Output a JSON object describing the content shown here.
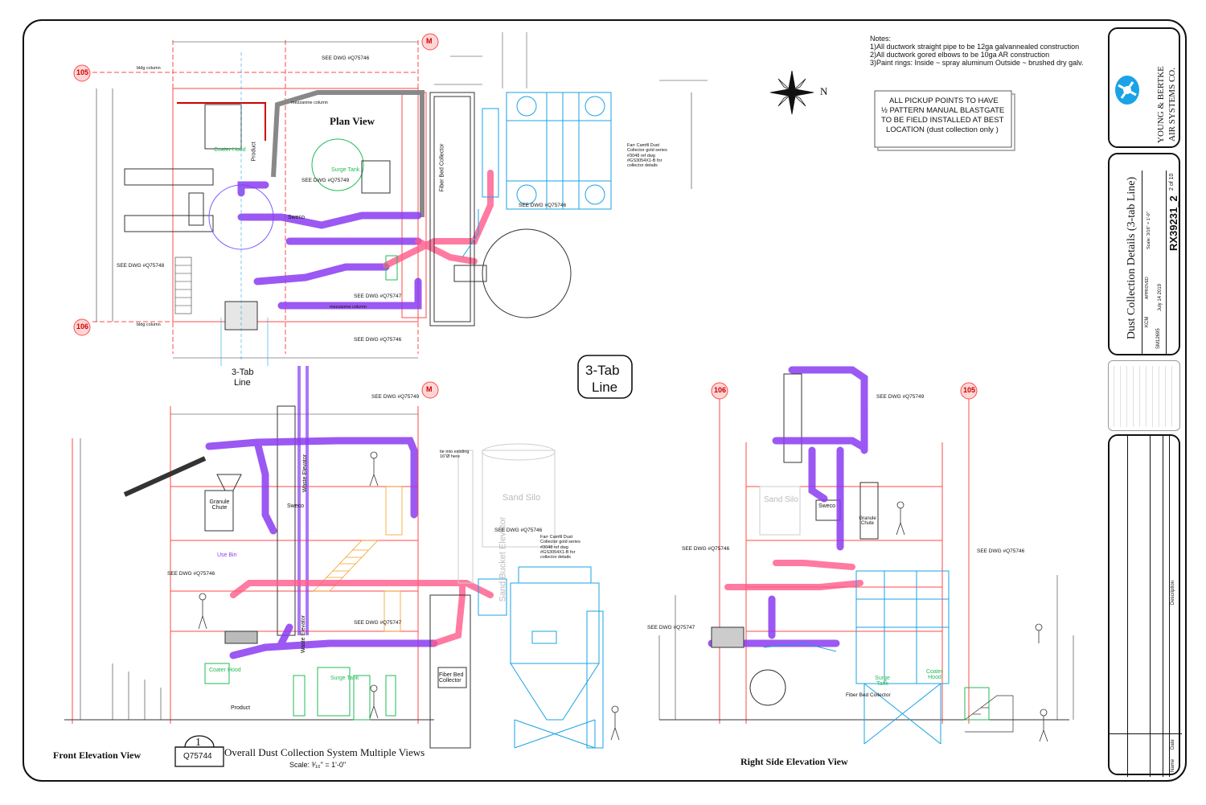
{
  "plan": {
    "title": "Plan View",
    "grid_tags": [
      "105",
      "106",
      "M"
    ],
    "labels": [
      "SEE DWG #Q75746",
      "SEE DWG #Q75748",
      "SEE DWG #Q75749",
      "SEE DWG #Q75747",
      "Surge Tank",
      "Sweco",
      "Coater Hood",
      "Product",
      "Fiber Bed Collector",
      "bldg column",
      "mezzanine column"
    ],
    "note_collector": "Farr Camfil Dust Collector gold series #3048 ref dwg #GS3054X1-B for collector details"
  },
  "tab_line": {
    "big_label": "3-Tab Line",
    "small_label_1": "3-Tab",
    "small_label_2": "Line"
  },
  "notes": {
    "heading": "Notes:",
    "items": [
      "1)All ductwork straight pipe to be 12ga galvannealed construction",
      "2)All ductwork gored elbows to be 10ga AR construction",
      "3)Paint rings: Inside ~ spray aluminum Outside ~ brushed dry galv."
    ]
  },
  "pickup_note": [
    "ALL PICKUP POINTS TO HAVE",
    "½ PATTERN MANUAL BLASTGATE",
    "TO BE FIELD INSTALLED AT BEST",
    "LOCATION (dust collection only )"
  ],
  "compass": {
    "letter": "N"
  },
  "front": {
    "title": "Front Elevation View",
    "labels": [
      "Granule Chute",
      "Use Bin",
      "Waste Elevator",
      "Sand Bucket Elevator",
      "Sand Silo",
      "Sweco",
      "Coater Hood",
      "Product",
      "Surge Tank",
      "Fiber Bed Collector",
      "SEE DWG #Q75749",
      "SEE DWG #Q75746",
      "SEE DWG #Q75747",
      "tie into existing 16\"Ø here"
    ]
  },
  "right": {
    "title": "Right Side Elevation View",
    "grid_tags": [
      "106",
      "105"
    ],
    "labels": [
      "Sand Silo",
      "Sweco",
      "Granule Chute",
      "Coater Hood",
      "Surge Tank",
      "Fiber Bed Collector",
      "SEE DWG #Q75749",
      "SEE DWG #Q75746",
      "SEE DWG #Q75747"
    ]
  },
  "callout": {
    "number": "1",
    "ref": "Q75744",
    "title": "Overall Dust Collection System Multiple Views",
    "scale": "Scale: ³⁄₁₆\" = 1'-0\""
  },
  "title_block": {
    "company_1": "YOUNG & BERTKE",
    "company_2": "AIR SYSTEMS CO.",
    "drawing_title": "Dust Collection Details (3-tab Line)",
    "drawing_number": "RX39231_2",
    "sheet": "2 of 10",
    "scale": "Scale: 3/16\" = 1'-0\"",
    "date": "July 14 2019",
    "drawn_by": "KCM",
    "job": "SM12695",
    "approved_label": "APPROVED",
    "description_label": "Description",
    "name_label": "Name",
    "date_label": "Date"
  },
  "colors": {
    "ink": "#111111",
    "duct_purple": "#8a3cf0",
    "steel_red": "#ff3a3a",
    "collector_cyan": "#1aa3e6",
    "green": "#22bb55",
    "orange": "#f0a020",
    "tag_fill": "#ffd6d6"
  }
}
